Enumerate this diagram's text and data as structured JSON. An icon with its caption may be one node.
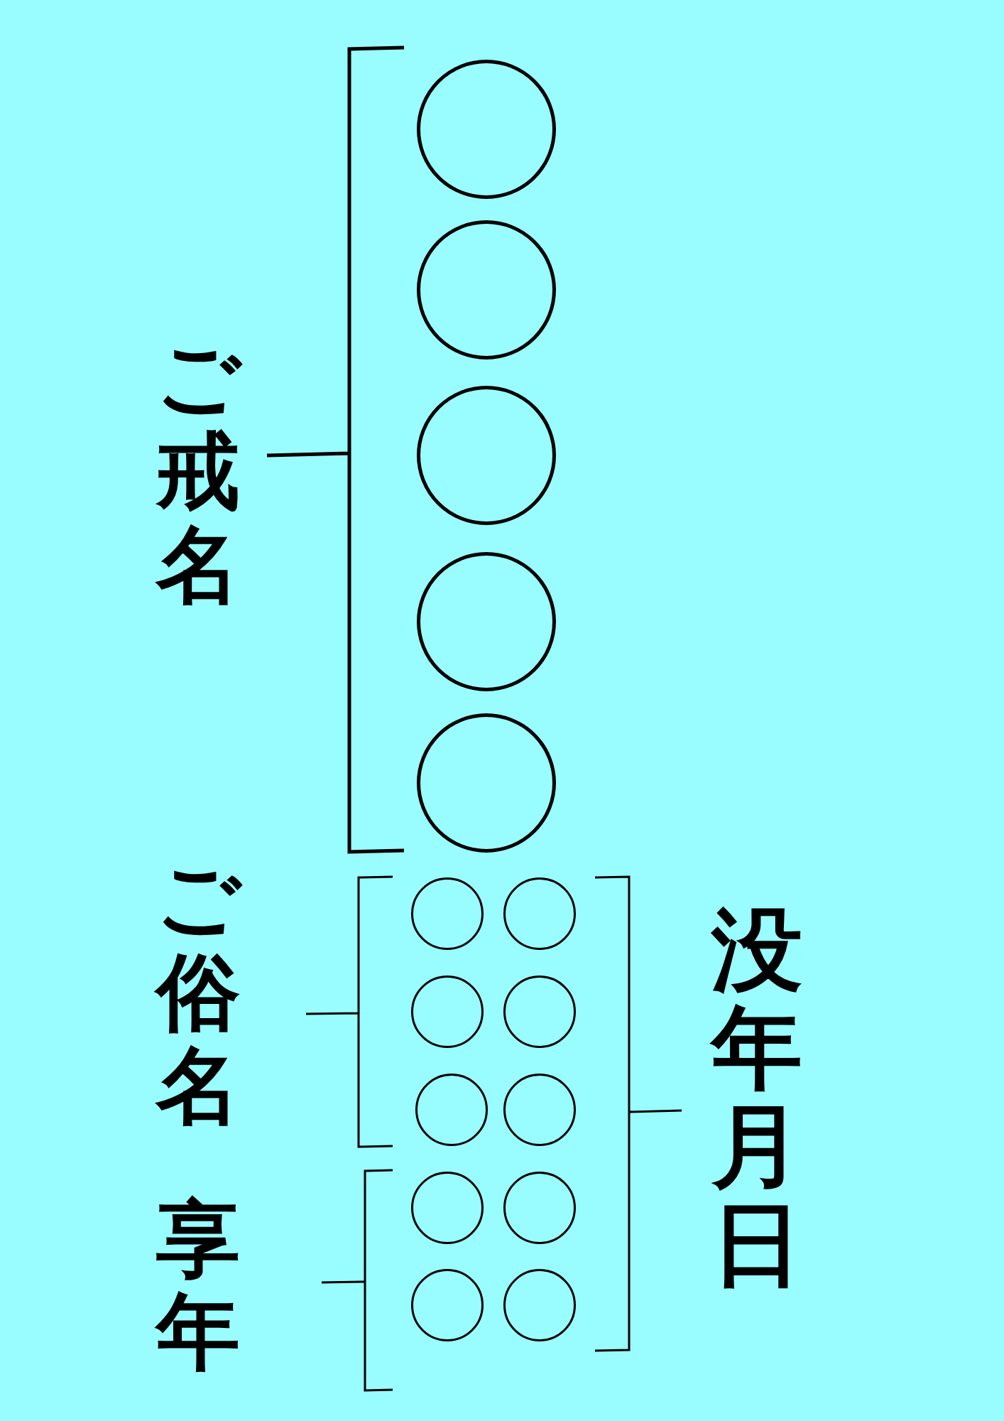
{
  "diagram": {
    "nodes": [
      {
        "text": [],
        "shape": "circle"
      },
      {
        "text": [],
        "shape": "circle"
      },
      {
        "text": [],
        "shape": "circle"
      },
      {
        "text": [],
        "shape": "circle"
      },
      {
        "text": [],
        "shape": "circle"
      },
      {
        "text": [],
        "shape": "circle"
      },
      {
        "text": [],
        "shape": "circle"
      },
      {
        "text": [],
        "shape": "circle"
      },
      {
        "text": [],
        "shape": "circle"
      },
      {
        "text": [],
        "shape": "circle"
      },
      {
        "text": [],
        "shape": "circle"
      },
      {
        "text": [],
        "shape": "circle"
      },
      {
        "text": [],
        "shape": "circle"
      },
      {
        "text": [],
        "shape": "circle"
      },
      {
        "text": [],
        "shape": "circle"
      }
    ],
    "edges": [],
    "labels": [
      "ご戒名",
      "ご俗名",
      "享年",
      "没年月日"
    ]
  }
}
